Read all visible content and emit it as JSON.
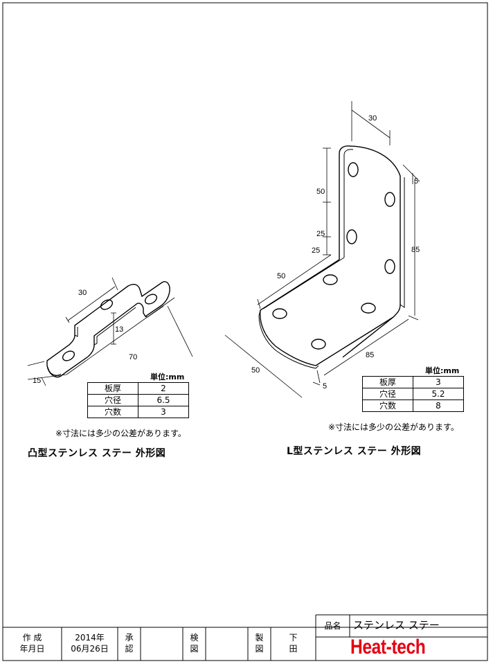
{
  "left_part": {
    "unit": "単位:mm",
    "table": [
      {
        "label": "板厚",
        "value": "2"
      },
      {
        "label": "穴径",
        "value": "6.5"
      },
      {
        "label": "穴数",
        "value": "3"
      }
    ],
    "note": "※寸法には多少の公差があります。",
    "caption": "凸型ステンレス ステー 外形図",
    "dims": {
      "width": "30",
      "height": "13",
      "length": "70",
      "depth": "15"
    }
  },
  "right_part": {
    "unit": "単位:mm",
    "table": [
      {
        "label": "板厚",
        "value": "3"
      },
      {
        "label": "穴径",
        "value": "5.2"
      },
      {
        "label": "穴数",
        "value": "8"
      }
    ],
    "note": "※寸法には多少の公差があります。",
    "caption": "L型ステンレス ステー 外形図",
    "dims": {
      "top": "30",
      "edge_top": "5",
      "v1": "50",
      "v2": "25",
      "v3": "25",
      "h1": "50",
      "height": "85",
      "length": "85",
      "depth": "50",
      "edge_bottom": "5"
    }
  },
  "title_block": {
    "created_l1": "作 成",
    "created_l2": "年月日",
    "date_l1": "2014年",
    "date_l2": "06月26日",
    "approve_l1": "承",
    "approve_l2": "認",
    "check_l1": "検",
    "check_l2": "図",
    "make_l1": "製",
    "make_l2": "図",
    "draft_l1": "下",
    "draft_l2": "田",
    "item_label": "品名",
    "item_value": "ステンレス ステー",
    "brand": "Heat-tech",
    "brand_color": "#e60012"
  }
}
